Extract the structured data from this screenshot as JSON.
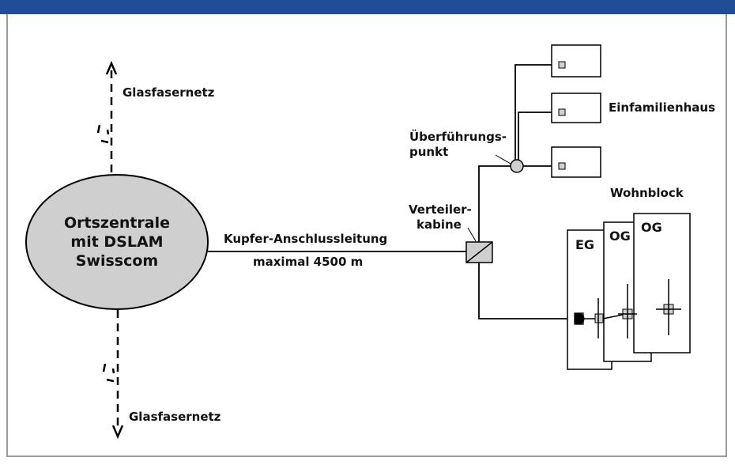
{
  "colors": {
    "top_bar": "#1f4e96",
    "frame": "#9a9a9a",
    "node_fill": "#cfcfcf",
    "line": "#000000"
  },
  "central_office": {
    "line1": "Ortszentrale",
    "line2": "mit DSLAM",
    "line3": "Swisscom"
  },
  "labels": {
    "fiber_top": "Glasfasernetz",
    "fiber_bottom": "Glasfasernetz",
    "copper_line": "Kupfer-Anschlussleitung",
    "max_distance": "maximal 4500 m",
    "cabinet_line1": "Verteiler-",
    "cabinet_line2": "kabine",
    "transfer_line1": "Überführungs-",
    "transfer_line2": "punkt",
    "single_family": "Einfamilienhaus",
    "apartment_block": "Wohnblock"
  },
  "floors": [
    "EG",
    "OG",
    "OG"
  ],
  "icons": [
    "arrow-up-icon",
    "arrow-down-icon",
    "splitter-icon",
    "transfer-node-icon",
    "socket-icon",
    "modem-icon"
  ]
}
